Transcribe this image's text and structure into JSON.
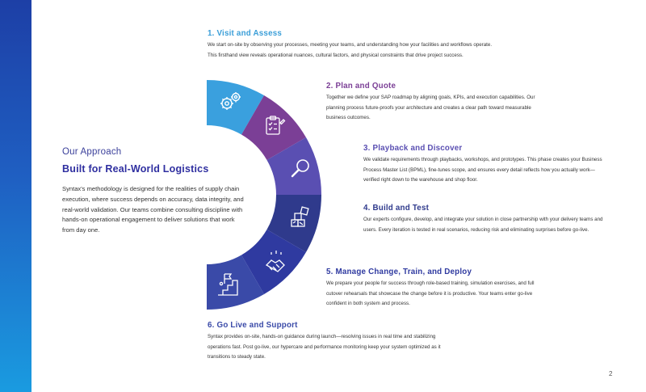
{
  "intro": {
    "kicker": "Our Approach",
    "headline": "Built for Real-World Logistics",
    "body": "Syntax's methodology is designed for the realities of supply chain execution, where success depends on accuracy, data integrity, and real-world validation. Our teams combine consulting discipline with hands-on operational engagement to deliver solutions that work from day one."
  },
  "steps": [
    {
      "title": "1. Visit and Assess",
      "body": "We start on-site by observing your processes, meeting your teams, and understanding how your facilities and workflows operate. This firsthand view reveals operational nuances, cultural factors, and physical constraints that drive project success.",
      "color": "#3aa0de",
      "icon": "gears-icon"
    },
    {
      "title": "2. Plan and Quote",
      "body": "Together we define your SAP roadmap by aligning goals, KPIs, and execution capabilities. Our planning process future-proofs your architecture and creates a clear path toward measurable business outcomes.",
      "color": "#7b3f96",
      "icon": "clipboard-checklist-icon"
    },
    {
      "title": "3. Playback and Discover",
      "body": "We validate requirements through playbacks, workshops, and prototypes. This phase creates your Business Process Master List (BPML), fine-tunes scope, and ensures every detail reflects how you actually work—verified right down to the warehouse and shop floor.",
      "color": "#5a4fb2",
      "icon": "magnifier-icon"
    },
    {
      "title": "4. Build and Test",
      "body": "Our experts configure, develop, and integrate your solution in close partnership with your delivery teams and users. Every iteration is tested in real scenarios, reducing risk and eliminating surprises before go-live.",
      "color": "#2f3a8c",
      "icon": "building-blocks-icon"
    },
    {
      "title": "5. Manage Change, Train, and Deploy",
      "body": "We prepare your people for success through role-based training, simulation exercises, and full cutover rehearsals that showcase the change before it is productive. Your teams enter go-live confident in both system and process.",
      "color": "#2f3aa0",
      "icon": "handshake-icon"
    },
    {
      "title": "6. Go Live and Support",
      "body": "Syntax provides on-site, hands-on guidance during launch—resolving issues in real time and stabilizing operations fast. Post go-live, our hypercare and performance monitoring keep your system optimized as it transitions to steady state.",
      "color": "#3a4aa8",
      "icon": "flag-stairs-icon"
    }
  ],
  "page_number": "2"
}
